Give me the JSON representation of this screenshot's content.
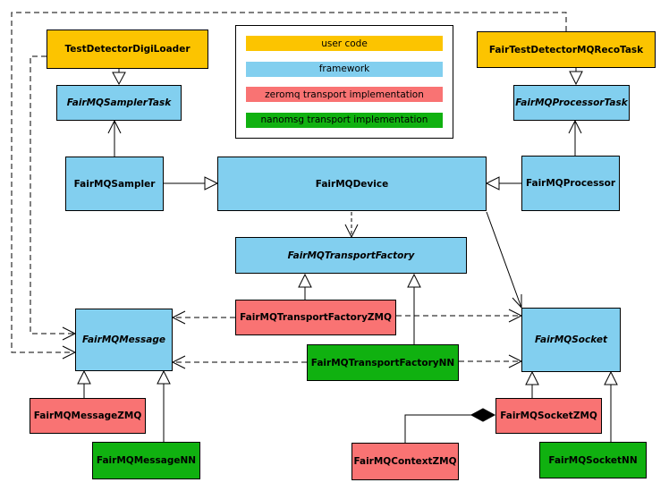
{
  "colors": {
    "user_code": "#FCC400",
    "framework": "#82CFEF",
    "zeromq": "#F97373",
    "nanomsg": "#10B110",
    "line": "#000000",
    "background": "#FFFFFF"
  },
  "legend": {
    "items": [
      {
        "label": "user code",
        "color": "#FCC400"
      },
      {
        "label": "framework",
        "color": "#82CFEF"
      },
      {
        "label": "zeromq transport implementation",
        "color": "#F97373"
      },
      {
        "label": "nanomsg transport implementation",
        "color": "#10B110"
      }
    ]
  },
  "nodes": {
    "testDetectorDigiLoader": {
      "label": "TestDetectorDigiLoader",
      "category": "user_code",
      "abstract": false
    },
    "fairTestDetectorMQRecoTask": {
      "label": "FairTestDetectorMQRecoTask",
      "category": "user_code",
      "abstract": false
    },
    "fairMQSamplerTask": {
      "label": "FairMQSamplerTask",
      "category": "framework",
      "abstract": true
    },
    "fairMQProcessorTask": {
      "label": "FairMQProcessorTask",
      "category": "framework",
      "abstract": true
    },
    "fairMQSampler": {
      "label": "FairMQSampler",
      "category": "framework",
      "abstract": false
    },
    "fairMQDevice": {
      "label": "FairMQDevice",
      "category": "framework",
      "abstract": false
    },
    "fairMQProcessor": {
      "label": "FairMQProcessor",
      "category": "framework",
      "abstract": false
    },
    "fairMQTransportFactory": {
      "label": "FairMQTransportFactory",
      "category": "framework",
      "abstract": true
    },
    "fairMQTransportFactoryZMQ": {
      "label": "FairMQTransportFactoryZMQ",
      "category": "zeromq",
      "abstract": false
    },
    "fairMQTransportFactoryNN": {
      "label": "FairMQTransportFactoryNN",
      "category": "nanomsg",
      "abstract": false
    },
    "fairMQMessage": {
      "label": "FairMQMessage",
      "category": "framework",
      "abstract": true
    },
    "fairMQSocket": {
      "label": "FairMQSocket",
      "category": "framework",
      "abstract": true
    },
    "fairMQMessageZMQ": {
      "label": "FairMQMessageZMQ",
      "category": "zeromq",
      "abstract": false
    },
    "fairMQMessageNN": {
      "label": "FairMQMessageNN",
      "category": "nanomsg",
      "abstract": false
    },
    "fairMQSocketZMQ": {
      "label": "FairMQSocketZMQ",
      "category": "zeromq",
      "abstract": false
    },
    "fairMQSocketNN": {
      "label": "FairMQSocketNN",
      "category": "nanomsg",
      "abstract": false
    },
    "fairMQContextZMQ": {
      "label": "FairMQContextZMQ",
      "category": "zeromq",
      "abstract": false
    }
  },
  "edges": [
    {
      "from": "TestDetectorDigiLoader",
      "to": "FairMQSamplerTask",
      "type": "inheritance-hollow-triangle"
    },
    {
      "from": "FairTestDetectorMQRecoTask",
      "to": "FairMQProcessorTask",
      "type": "inheritance-hollow-triangle"
    },
    {
      "from": "FairMQSampler",
      "to": "FairMQSamplerTask",
      "type": "open-arrow"
    },
    {
      "from": "FairMQProcessor",
      "to": "FairMQProcessorTask",
      "type": "open-arrow"
    },
    {
      "from": "FairMQSampler",
      "to": "FairMQDevice",
      "type": "inheritance-hollow-triangle"
    },
    {
      "from": "FairMQProcessor",
      "to": "FairMQDevice",
      "type": "inheritance-hollow-triangle"
    },
    {
      "from": "FairMQDevice",
      "to": "FairMQTransportFactory",
      "type": "dashed-dependency"
    },
    {
      "from": "FairMQDevice",
      "to": "FairMQSocket",
      "type": "open-arrow"
    },
    {
      "from": "FairMQTransportFactoryZMQ",
      "to": "FairMQTransportFactory",
      "type": "inheritance-hollow-triangle"
    },
    {
      "from": "FairMQTransportFactoryNN",
      "to": "FairMQTransportFactory",
      "type": "inheritance-hollow-triangle"
    },
    {
      "from": "FairMQTransportFactoryZMQ",
      "to": "FairMQMessage",
      "type": "dashed-dependency"
    },
    {
      "from": "FairMQTransportFactoryNN",
      "to": "FairMQMessage",
      "type": "dashed-dependency"
    },
    {
      "from": "FairMQTransportFactoryZMQ",
      "to": "FairMQSocket",
      "type": "dashed-dependency"
    },
    {
      "from": "FairMQTransportFactoryNN",
      "to": "FairMQSocket",
      "type": "dashed-dependency"
    },
    {
      "from": "TestDetectorDigiLoader",
      "to": "FairMQMessage",
      "type": "dashed-dependency"
    },
    {
      "from": "FairTestDetectorMQRecoTask",
      "to": "FairMQMessage",
      "type": "dashed-dependency"
    },
    {
      "from": "FairMQMessageZMQ",
      "to": "FairMQMessage",
      "type": "inheritance-hollow-triangle"
    },
    {
      "from": "FairMQMessageNN",
      "to": "FairMQMessage",
      "type": "inheritance-hollow-triangle"
    },
    {
      "from": "FairMQSocketZMQ",
      "to": "FairMQSocket",
      "type": "inheritance-hollow-triangle"
    },
    {
      "from": "FairMQSocketNN",
      "to": "FairMQSocket",
      "type": "inheritance-hollow-triangle"
    },
    {
      "from": "FairMQContextZMQ",
      "to": "FairMQSocketZMQ",
      "type": "aggregation-filled-diamond"
    }
  ]
}
